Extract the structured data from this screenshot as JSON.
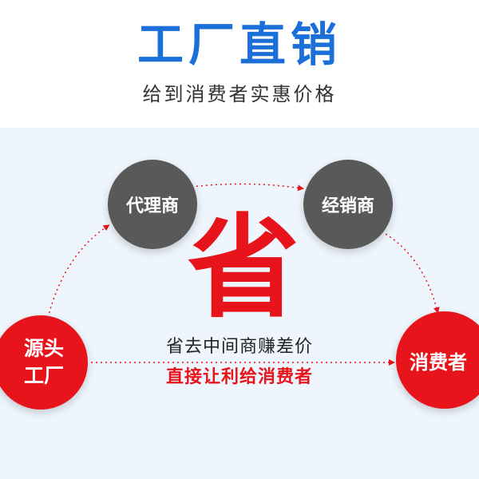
{
  "header": {
    "title": "工厂直销",
    "subtitle": "给到消费者实惠价格"
  },
  "diagram": {
    "center_char": "省",
    "caption_top": "省去中间商赚差价",
    "caption_bottom": "直接让利给消费者",
    "nodes": {
      "source": {
        "line1": "源头",
        "line2": "工厂"
      },
      "agent": {
        "label": "代理商"
      },
      "dealer": {
        "label": "经销商"
      },
      "consumer": {
        "label": "消费者"
      }
    }
  },
  "colors": {
    "title_blue": "#1a6fd8",
    "accent_red": "#e8141b",
    "node_gray": "#595959",
    "panel_bg": "#eef5fc"
  }
}
